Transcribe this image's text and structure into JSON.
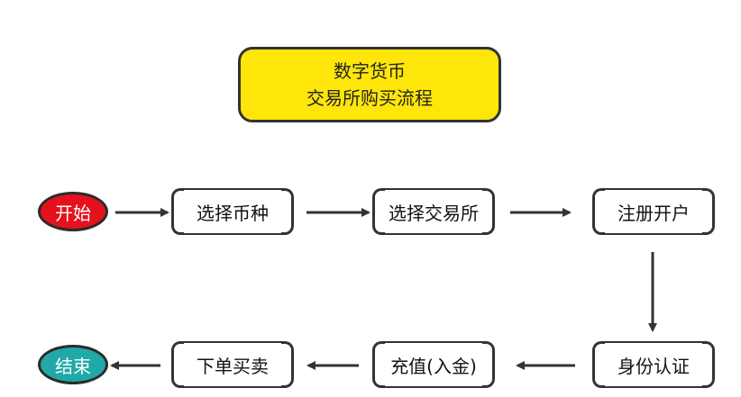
{
  "title": {
    "line1": "数字货币",
    "line2": "交易所购买流程"
  },
  "start": "开始",
  "end": "结束",
  "steps": {
    "s1": "选择币种",
    "s2": "选择交易所",
    "s3": "注册开户",
    "s4": "身份认证",
    "s5": "充值(入金)",
    "s6": "下单买卖"
  },
  "colors": {
    "title_bg": "#ffe60a",
    "start": "#e4121c",
    "end": "#21a8a8",
    "line": "#333333"
  }
}
